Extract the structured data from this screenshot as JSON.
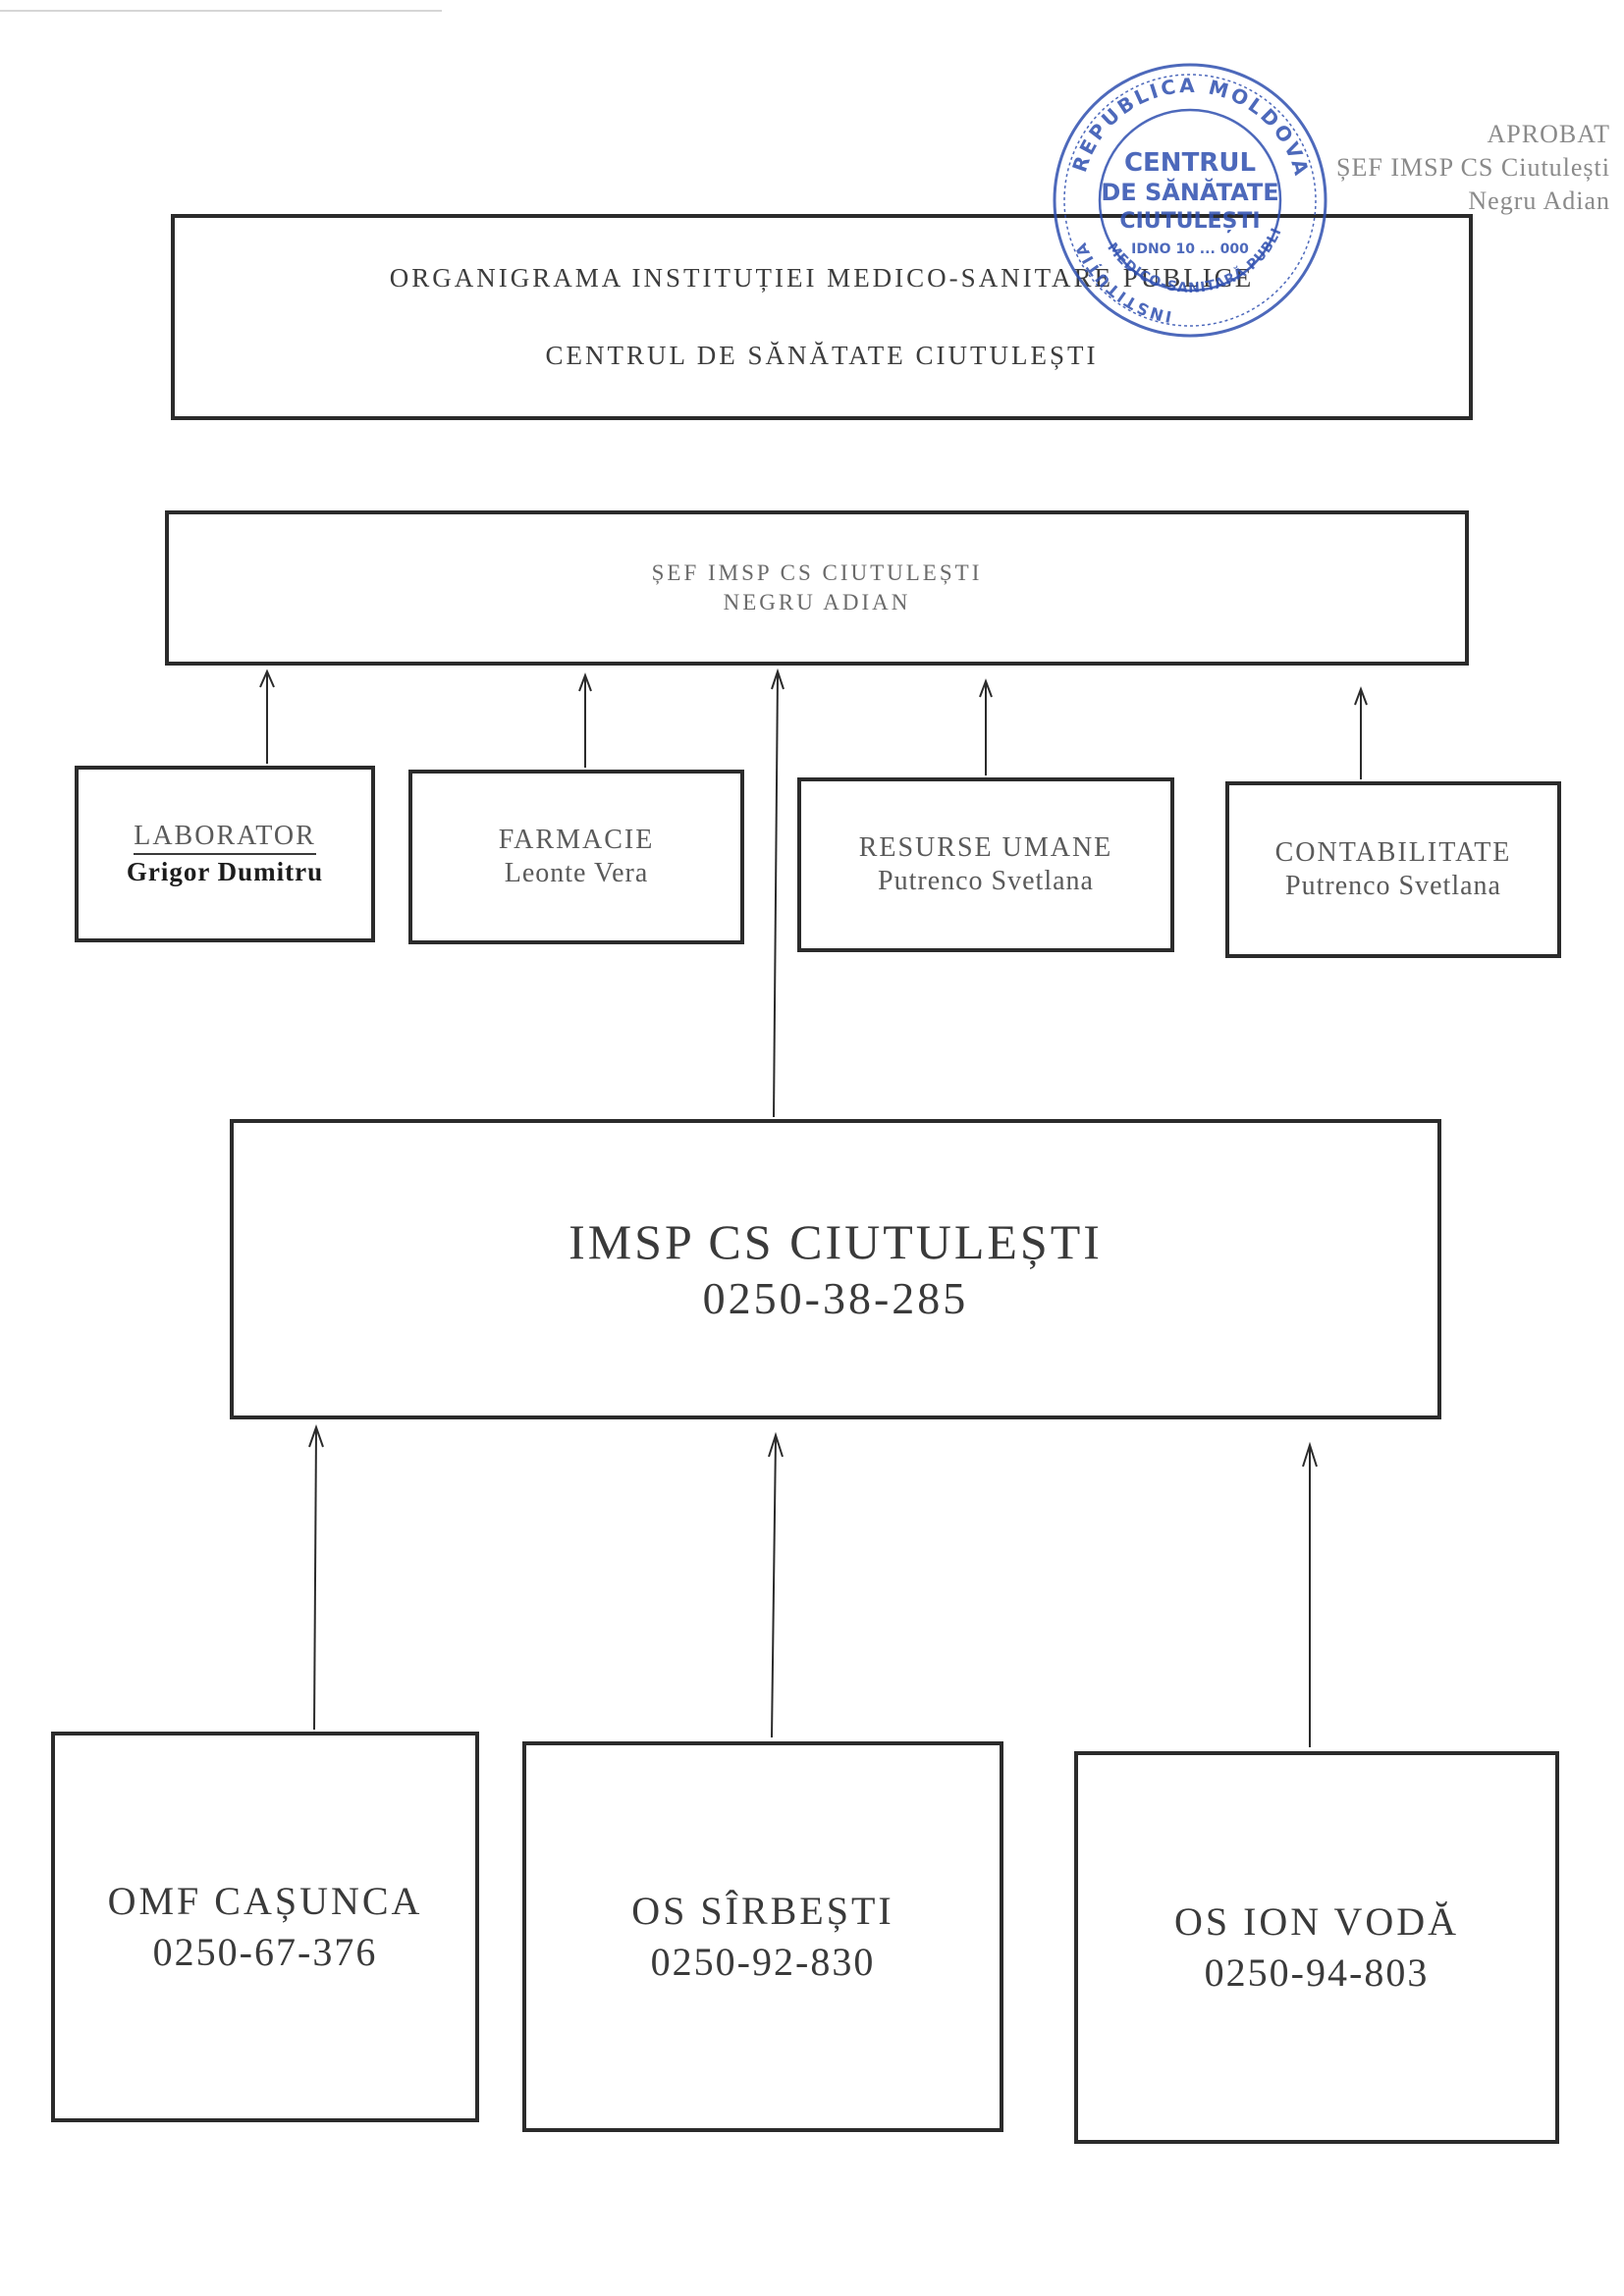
{
  "approval": {
    "line1": "APROBAT",
    "line2": "ȘEF IMSP CS Ciutulești",
    "line3": "Negru Adian"
  },
  "seal": {
    "outer_text": "REPUBLICA MOLDOVA",
    "left_text": "INSTITUȚIA",
    "bottom_text": "MEDICO-SANITARĂ PUBLICĂ",
    "center_line1": "CENTRUL",
    "center_line2": "DE SĂNĂTATE",
    "center_line3": "CIUTULEȘTI",
    "idno": "IDNO 10 ... 000",
    "color": "#2f4fb0"
  },
  "title": {
    "line1": "ORGANIGRAMA INSTITUȚIEI MEDICO-SANITARE PUBLICE",
    "line2": "CENTRUL DE SĂNĂTATE CIUTULEȘTI"
  },
  "head": {
    "line1": "ȘEF IMSP CS CIUTULEȘTI",
    "line2": "NEGRU ADIAN"
  },
  "departments": [
    {
      "title": "LABORATOR",
      "person": "Grigor Dumitru"
    },
    {
      "title": "FARMACIE",
      "person": "Leonte Vera"
    },
    {
      "title": "RESURSE UMANE",
      "person": "Putrenco Svetlana"
    },
    {
      "title": "CONTABILITATE",
      "person": "Putrenco Svetlana"
    }
  ],
  "center": {
    "name": "IMSP CS CIUTULEȘTI",
    "phone": "0250-38-285"
  },
  "units": [
    {
      "name": "OMF CAȘUNCA",
      "phone": "0250-67-376"
    },
    {
      "name": "OS SÎRBEȘTI",
      "phone": "0250-92-830"
    },
    {
      "name": "OS ION VODĂ",
      "phone": "0250-94-803"
    }
  ]
}
